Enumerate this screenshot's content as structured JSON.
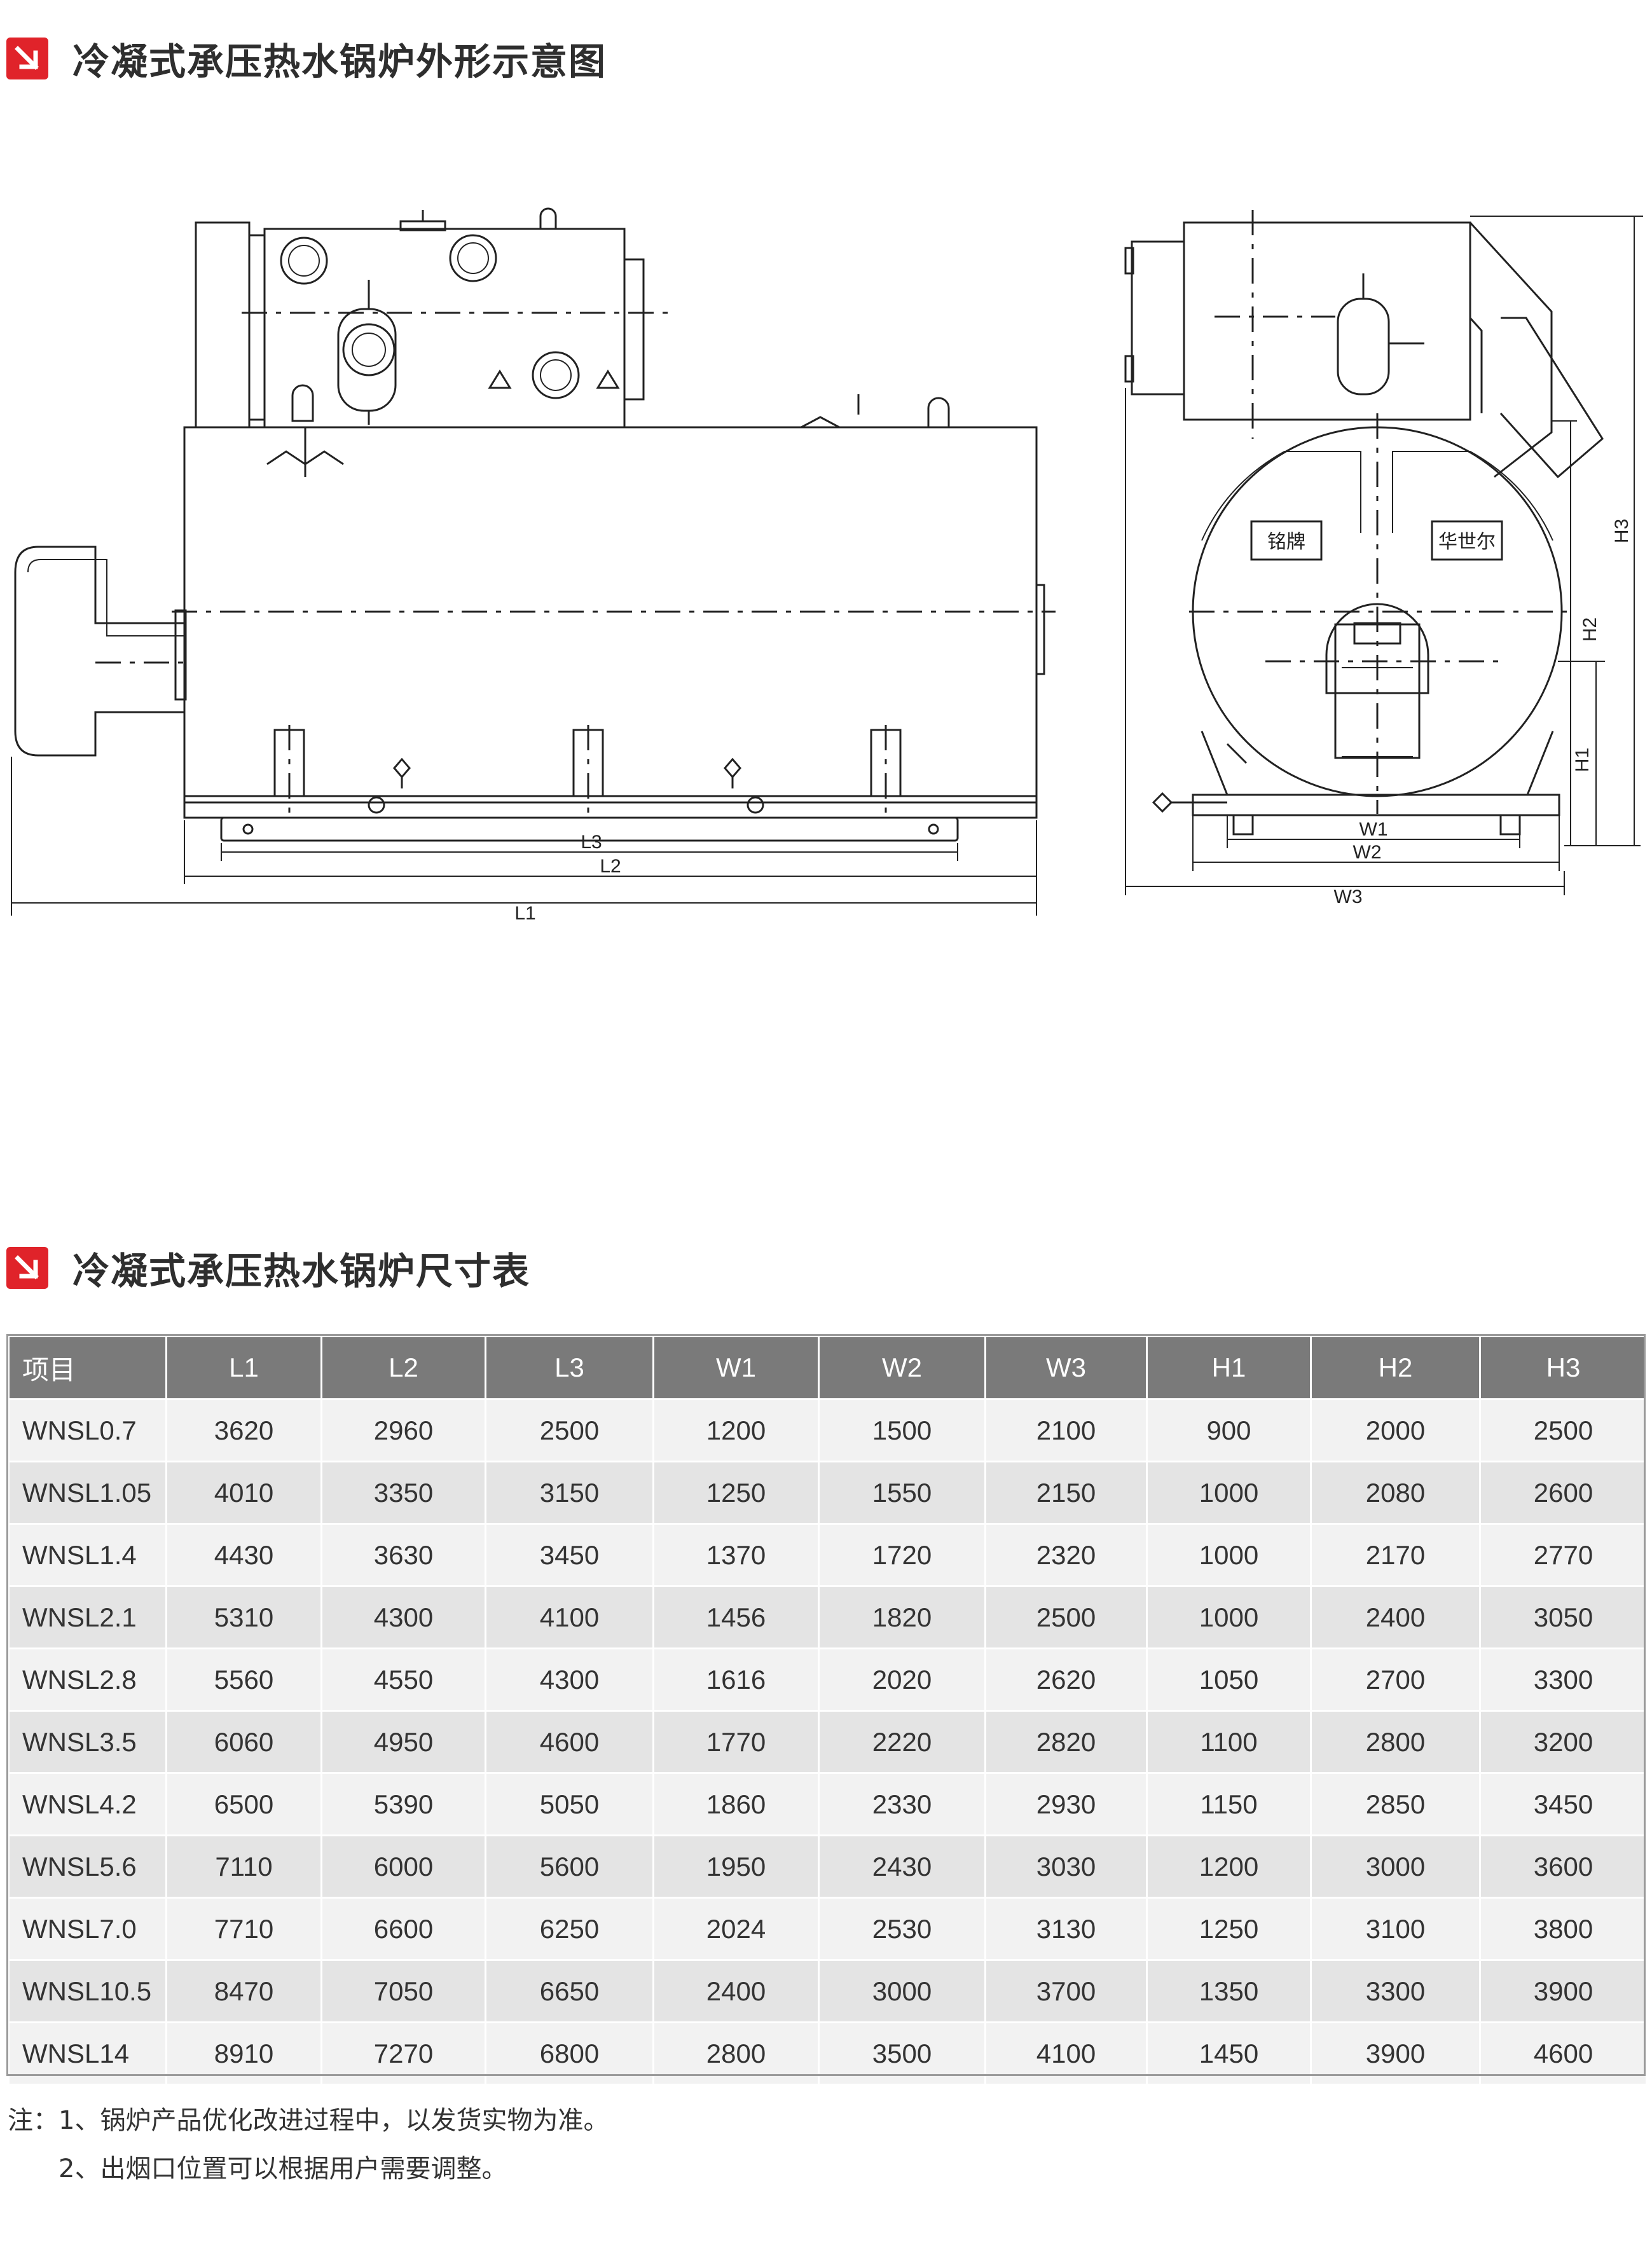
{
  "header1": {
    "title": "冷凝式承压热水锅炉外形示意图",
    "icon": "arrow-down-right-icon"
  },
  "header2": {
    "title": "冷凝式承压热水锅炉尺寸表",
    "icon": "arrow-down-right-icon"
  },
  "drawing": {
    "dims": {
      "l1": "L1",
      "l2": "L2",
      "l3": "L3",
      "w1": "W1",
      "w2": "W2",
      "w3": "W3",
      "h1": "H1",
      "h2": "H2",
      "h3": "H3"
    },
    "plate_left": "铭牌",
    "plate_right": "华世尔"
  },
  "table": {
    "headers": [
      "项目",
      "L1",
      "L2",
      "L3",
      "W1",
      "W2",
      "W3",
      "H1",
      "H2",
      "H3"
    ],
    "rows": [
      [
        "WNSL0.7",
        "3620",
        "2960",
        "2500",
        "1200",
        "1500",
        "2100",
        "900",
        "2000",
        "2500"
      ],
      [
        "WNSL1.05",
        "4010",
        "3350",
        "3150",
        "1250",
        "1550",
        "2150",
        "1000",
        "2080",
        "2600"
      ],
      [
        "WNSL1.4",
        "4430",
        "3630",
        "3450",
        "1370",
        "1720",
        "2320",
        "1000",
        "2170",
        "2770"
      ],
      [
        "WNSL2.1",
        "5310",
        "4300",
        "4100",
        "1456",
        "1820",
        "2500",
        "1000",
        "2400",
        "3050"
      ],
      [
        "WNSL2.8",
        "5560",
        "4550",
        "4300",
        "1616",
        "2020",
        "2620",
        "1050",
        "2700",
        "3300"
      ],
      [
        "WNSL3.5",
        "6060",
        "4950",
        "4600",
        "1770",
        "2220",
        "2820",
        "1100",
        "2800",
        "3200"
      ],
      [
        "WNSL4.2",
        "6500",
        "5390",
        "5050",
        "1860",
        "2330",
        "2930",
        "1150",
        "2850",
        "3450"
      ],
      [
        "WNSL5.6",
        "7110",
        "6000",
        "5600",
        "1950",
        "2430",
        "3030",
        "1200",
        "3000",
        "3600"
      ],
      [
        "WNSL7.0",
        "7710",
        "6600",
        "6250",
        "2024",
        "2530",
        "3130",
        "1250",
        "3100",
        "3800"
      ],
      [
        "WNSL10.5",
        "8470",
        "7050",
        "6650",
        "2400",
        "3000",
        "3700",
        "1350",
        "3300",
        "3900"
      ],
      [
        "WNSL14",
        "8910",
        "7270",
        "6800",
        "2800",
        "3500",
        "4100",
        "1450",
        "3900",
        "4600"
      ]
    ]
  },
  "notes": {
    "line1": "注：1、锅炉产品优化改进过程中，以发货实物为准。",
    "line2": "2、出烟口位置可以根据用户需要调整。"
  }
}
